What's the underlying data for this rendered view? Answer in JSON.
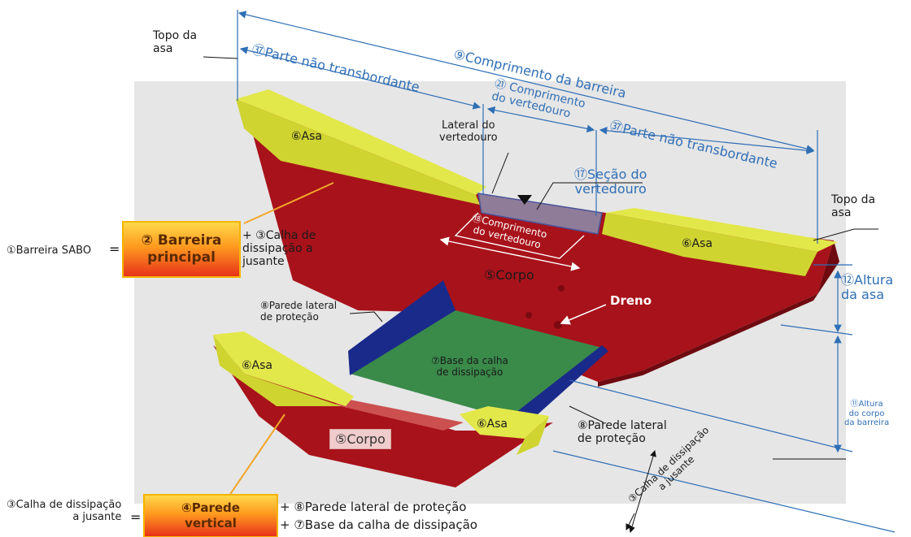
{
  "labels": {
    "topo_asa_left": "Topo da\nasa",
    "topo_asa_right": "Topo da\nasa",
    "parte_nao_left": "㊲Parte não transbordante",
    "comprimento_barreira": "⑨Comprimento da barreira",
    "comprimento_vertedouro": "㉑ Comprimento\ndo vertedouro",
    "parte_nao_right": "㊲Parte não transbordante",
    "lateral_vertedouro": "Lateral do\nvertedouro",
    "asa_top_left": "⑥Asa",
    "secao_vertedouro": "⑰Seção do\nvertedouro",
    "comp_vertedouro_18": "⑱Comprimento\ndo vertedouro",
    "asa_right": "⑥Asa",
    "corpo_main": "⑤Corpo",
    "altura_asa": "⑫Altura\nda asa",
    "dreno": "Dreno",
    "parede_lateral_top": "⑧Parede lateral\nde proteção",
    "asa_lower_left": "⑥Asa",
    "base_calha": "⑦Base da calha\nde dissipação",
    "altura_corpo": "⑪Altura\ndo corpo\nda barreira",
    "asa_lower_right": "⑥Asa",
    "parede_lateral_bottom": "⑧Parede lateral\nde proteção",
    "corpo_lower": "⑤Corpo",
    "calha_jusante": "③Calha de dissipação\na jusante"
  },
  "equation1": {
    "left": "①Barreira SABO",
    "eq": "=",
    "box": "② Barreira\nprincipal",
    "plus": "+ ③Calha de\ndissipação a\njusante"
  },
  "equation2": {
    "left": "③Calha de dissipação\na jusante",
    "eq": "=",
    "box": "④Parede\nvertical",
    "plus1": "+ ⑧Parede lateral de proteção",
    "plus2": "+ ⑦Base da calha de dissipação"
  },
  "colors": {
    "body_red": "#a8121a",
    "wing_yellow": "#cfd431",
    "side_wall_blue": "#1a2a8a",
    "floor_green": "#3a8a4a",
    "background_gray": "#e6e6e6",
    "dimension_blue": "#2f6fb6",
    "box_orange": "#ff9a1f"
  }
}
